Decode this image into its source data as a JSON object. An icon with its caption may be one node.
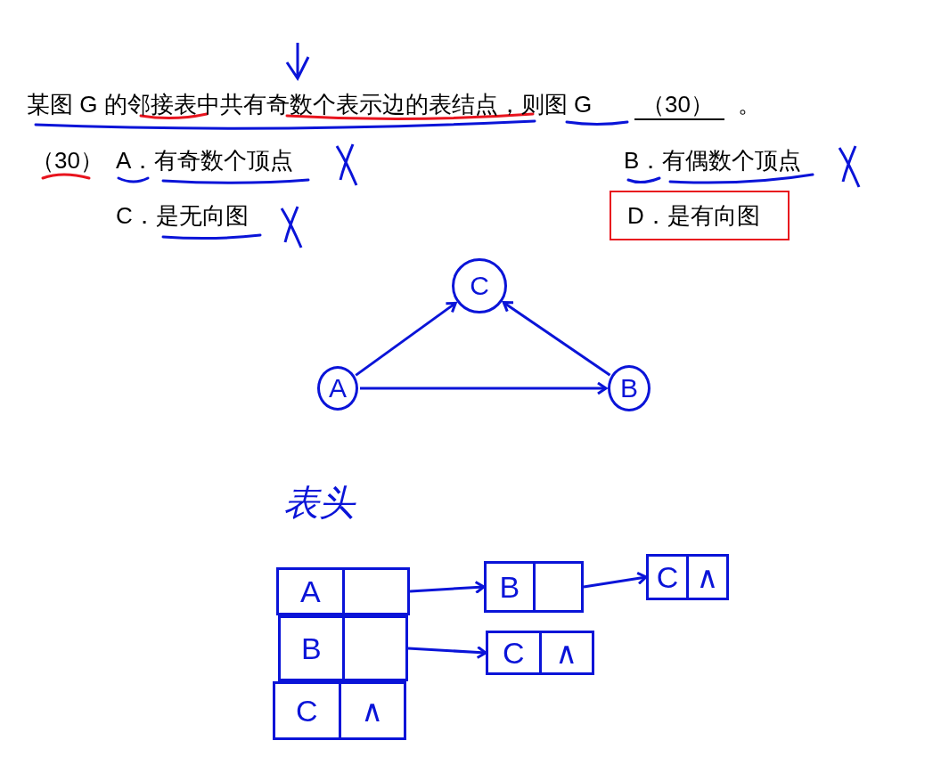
{
  "diagram": {
    "nodes": [
      {
        "text": [
          "D．是有向图"
        ]
      },
      {
        "text": [
          "C"
        ]
      },
      {
        "text": [
          "A"
        ]
      },
      {
        "text": [
          "B"
        ]
      },
      {
        "text": [
          "A"
        ]
      },
      {
        "text": [
          "B"
        ]
      },
      {
        "text": [
          "C",
          "∧"
        ]
      },
      {
        "text": [
          "B"
        ]
      },
      {
        "text": [
          "C",
          "∧"
        ]
      },
      {
        "text": [
          "C",
          "∧"
        ]
      }
    ],
    "edges": [
      {
        "from": 2,
        "to": 1,
        "arrow": "to"
      },
      {
        "from": 2,
        "to": 3,
        "arrow": "to"
      },
      {
        "from": 3,
        "to": 1,
        "arrow": "to"
      },
      {
        "from": 4,
        "to": 5,
        "arrow": "to"
      },
      {
        "from": 5,
        "to": 6,
        "arrow": "to"
      },
      {
        "from": 7,
        "to": 8,
        "arrow": "to"
      }
    ],
    "labels": [
      "某图 G 的邻接表中共有奇数个表示边的表结点，则图 G",
      "（30）",
      "。",
      "（30）",
      "A．有奇数个顶点",
      "B．有偶数个顶点",
      "C．是无向图",
      "表头"
    ]
  }
}
